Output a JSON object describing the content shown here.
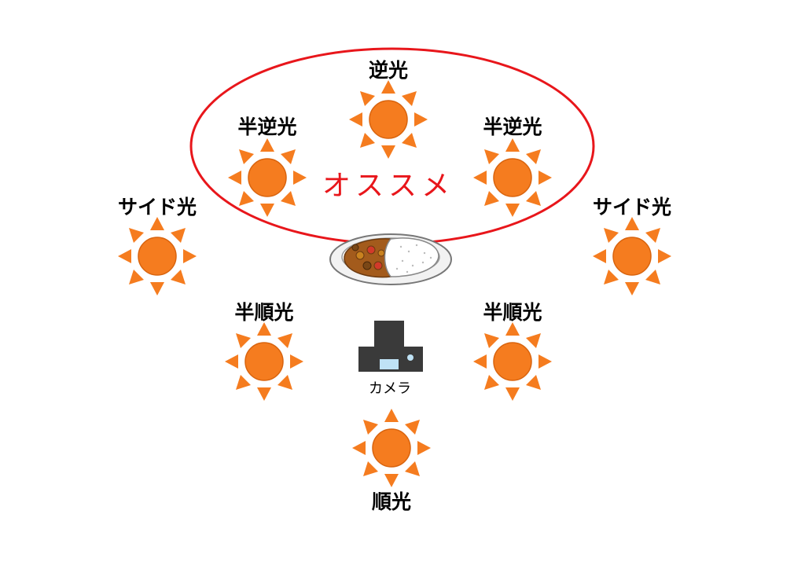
{
  "diagram": {
    "recommend_label": "オススメ",
    "camera_label": "カメラ",
    "lights": [
      {
        "id": "back",
        "label": "逆光"
      },
      {
        "id": "half-back-left",
        "label": "半逆光"
      },
      {
        "id": "half-back-right",
        "label": "半逆光"
      },
      {
        "id": "side-left",
        "label": "サイド光"
      },
      {
        "id": "side-right",
        "label": "サイド光"
      },
      {
        "id": "half-front-left",
        "label": "半順光"
      },
      {
        "id": "half-front-right",
        "label": "半順光"
      },
      {
        "id": "front",
        "label": "順光"
      }
    ]
  },
  "colors": {
    "sun": "#f57c1f",
    "sun_outline": "#d9640e",
    "highlight_ellipse": "#e8161b",
    "recommend_text": "#e8161b",
    "curry": "#a35b1c",
    "camera": "#3a3a3a"
  },
  "icons": {
    "sun": "sun-icon",
    "camera": "camera-icon",
    "dish": "curry-rice-icon"
  }
}
